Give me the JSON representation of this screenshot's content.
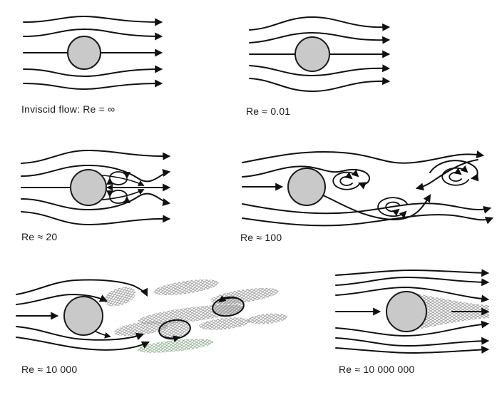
{
  "panels": [
    {
      "id": "inviscid",
      "label": "Inviscid flow: Re = ∞"
    },
    {
      "id": "re-0-01",
      "label": "Re ≈ 0.01"
    },
    {
      "id": "re-20",
      "label": "Re ≈ 20"
    },
    {
      "id": "re-100",
      "label": "Re ≈ 100"
    },
    {
      "id": "re-10000",
      "label": "Re ≈ 10 000"
    },
    {
      "id": "re-10000000",
      "label": "Re ≈ 10 000 000"
    }
  ],
  "colors": {
    "background": "#ffffff",
    "stroke": "#111111",
    "cylinder_fill": "#c9c9c9",
    "hatch_gray": "#9a9a9a",
    "hatch_green": "#8fae8f",
    "label_color": "#1a1a1a"
  }
}
